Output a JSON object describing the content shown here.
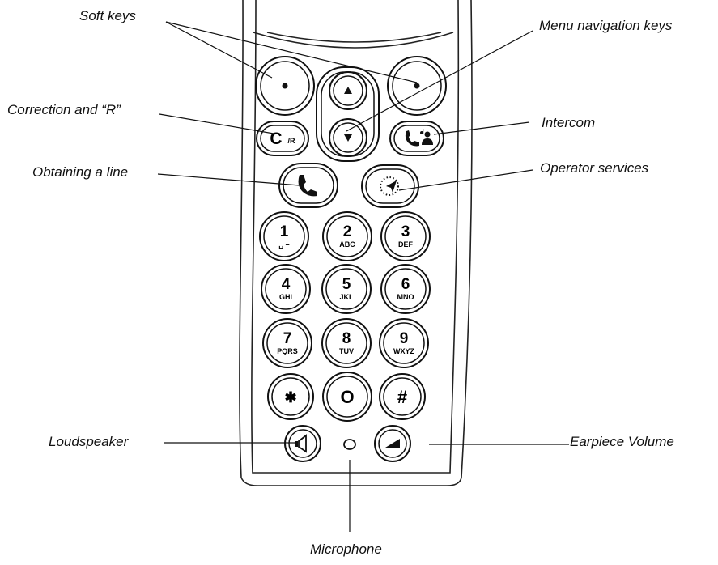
{
  "labels": {
    "soft_keys": "Soft keys",
    "menu_navigation_keys": "Menu navigation keys",
    "correction_r": "Correction and “R”",
    "intercom": "Intercom",
    "obtaining_line": "Obtaining a line",
    "operator_services": "Operator services",
    "loudspeaker": "Loudspeaker",
    "earpiece_volume": "Earpiece Volume",
    "microphone": "Microphone"
  },
  "keys": {
    "correction_main": "C",
    "correction_sub": "/R",
    "k1": "1",
    "k1_sub": "␣ –",
    "k2": "2",
    "k2_sub": "ABC",
    "k3": "3",
    "k3_sub": "DEF",
    "k4": "4",
    "k4_sub": "GHI",
    "k5": "5",
    "k5_sub": "JKL",
    "k6": "6",
    "k6_sub": "MNO",
    "k7": "7",
    "k7_sub": "PQRS",
    "k8": "8",
    "k8_sub": "TUV",
    "k9": "9",
    "k9_sub": "WXYZ",
    "star": "✱",
    "k0": "O",
    "hash": "#"
  }
}
